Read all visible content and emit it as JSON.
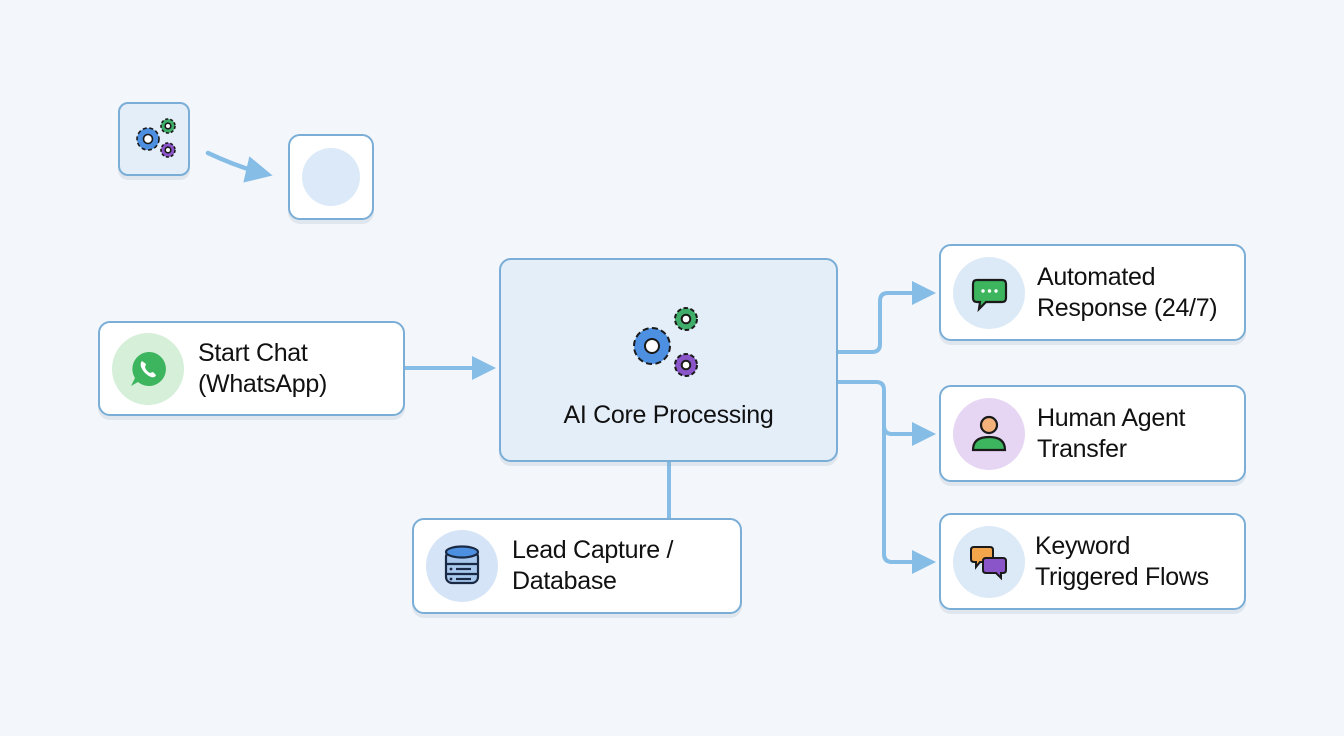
{
  "diagram": {
    "title_nodes": {
      "gears_tile_icon": "gears-icon",
      "target_tile_icon": "circle-placeholder"
    },
    "nodes": {
      "start": {
        "line1": "Start Chat",
        "line2": "(WhatsApp)",
        "icon": "whatsapp-icon"
      },
      "core": {
        "label": "AI Core Processing",
        "icon": "gears-icon"
      },
      "lead": {
        "line1": "Lead Capture /",
        "line2": "Database",
        "icon": "database-icon"
      },
      "auto": {
        "line1": "Automated",
        "line2": "Response (24/7)",
        "icon": "chat-bubble-icon"
      },
      "human": {
        "line1": "Human Agent",
        "line2": "Transfer",
        "icon": "user-icon"
      },
      "keyword": {
        "line1": "Keyword",
        "line2": "Triggered Flows",
        "icon": "chat-bubbles-icon"
      }
    },
    "edges": [
      {
        "from": "start",
        "to": "core"
      },
      {
        "from": "core",
        "to": "lead"
      },
      {
        "from": "core",
        "to": "auto"
      },
      {
        "from": "core",
        "to": "human"
      },
      {
        "from": "core",
        "to": "keyword"
      }
    ],
    "colors": {
      "background": "#f3f6fa",
      "border": "#7aaed6",
      "connector": "#86bde6",
      "core_fill": "#e4eef9",
      "whatsapp_green": "#3db55e",
      "gear_blue": "#4d8fe0",
      "gear_green": "#3fae6a",
      "gear_purple": "#8a55c9"
    }
  }
}
